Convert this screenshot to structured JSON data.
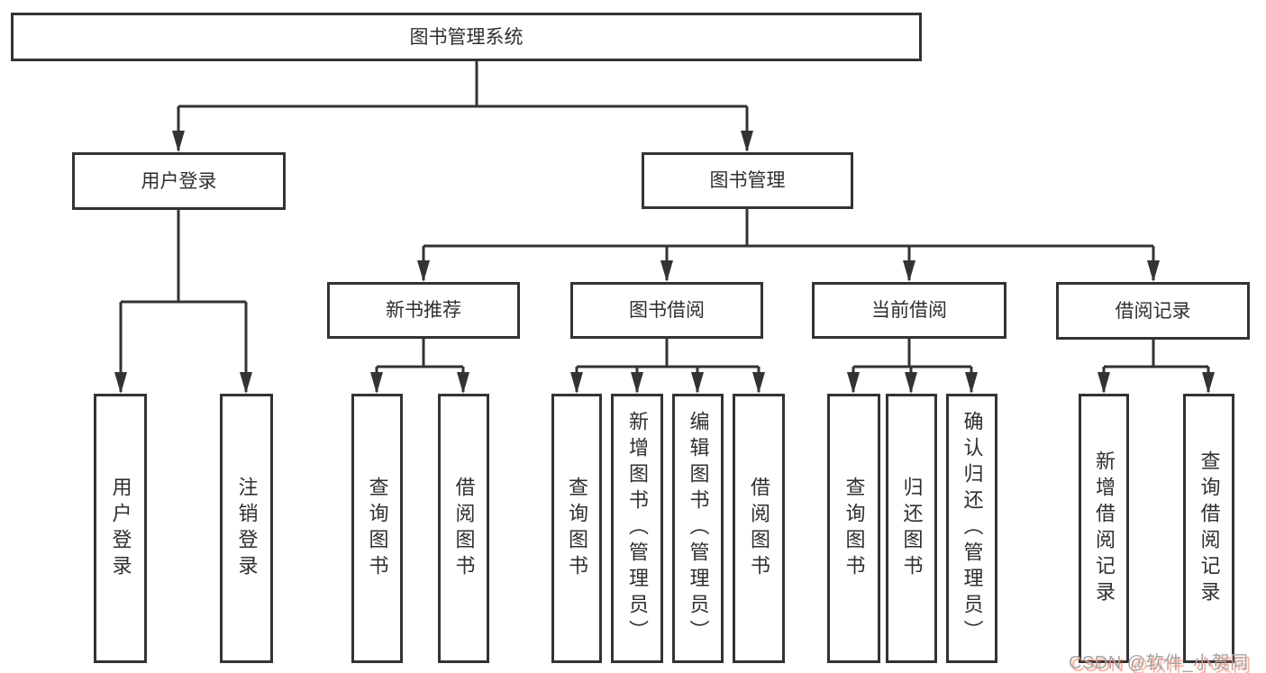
{
  "tree": {
    "label": "图书管理系统",
    "children": [
      {
        "label": "用户登录",
        "children": [
          {
            "label": "用户登录"
          },
          {
            "label": "注销登录"
          }
        ]
      },
      {
        "label": "图书管理",
        "children": [
          {
            "label": "新书推荐",
            "children": [
              {
                "label": "查询图书"
              },
              {
                "label": "借阅图书"
              }
            ]
          },
          {
            "label": "图书借阅",
            "children": [
              {
                "label": "查询图书"
              },
              {
                "label": "新增图书（管理员）"
              },
              {
                "label": "编辑图书（管理员）"
              },
              {
                "label": "借阅图书"
              }
            ]
          },
          {
            "label": "当前借阅",
            "children": [
              {
                "label": "查询图书"
              },
              {
                "label": "归还图书"
              },
              {
                "label": "确认归还（管理员）"
              }
            ]
          },
          {
            "label": "借阅记录",
            "children": [
              {
                "label": "新增借阅记录"
              },
              {
                "label": "查询借阅记录"
              }
            ]
          }
        ]
      }
    ]
  },
  "watermark": {
    "text": "CSDN @软件_小贺同学"
  },
  "colors": {
    "line": "#333333",
    "box_border": "#333333",
    "text": "#2f2f2f",
    "background": "#ffffff",
    "watermark_gray": "#a6a6a6",
    "watermark_red": "#fc5531"
  }
}
